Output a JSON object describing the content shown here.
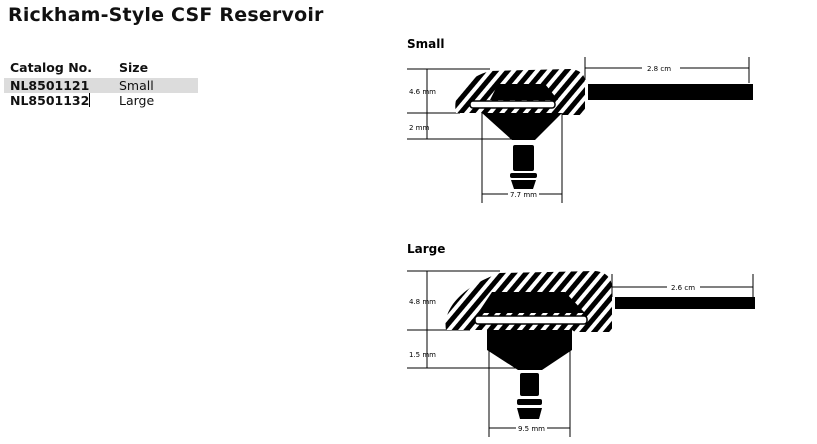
{
  "title": "Rickham-Style CSF Reservoir",
  "table": {
    "headers": [
      "Catalog No.",
      "Size"
    ],
    "rows": [
      {
        "catalog": "NL8501121",
        "size": "Small",
        "selected": true
      },
      {
        "catalog": "NL8501132",
        "size": "Large",
        "selected": false
      }
    ]
  },
  "diagrams": {
    "small": {
      "label": "Small",
      "height": "4.6 mm",
      "base": "2 mm",
      "catheter": "2.8 cm",
      "width": "7.7 mm"
    },
    "large": {
      "label": "Large",
      "height": "4.8 mm",
      "base": "1.5 mm",
      "catheter": "2.6 cm",
      "width": "9.5 mm"
    }
  }
}
